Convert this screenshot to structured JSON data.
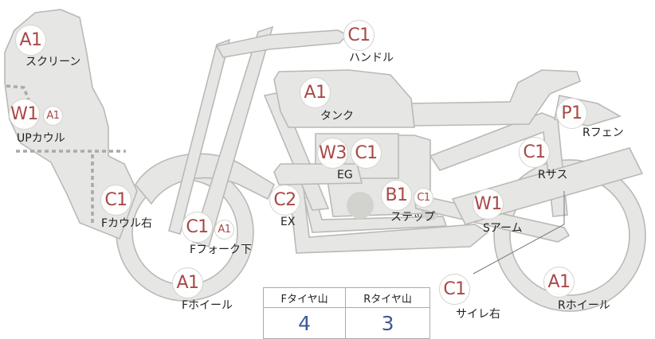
{
  "parts": [
    {
      "id": "screen",
      "codes": [
        "A1"
      ],
      "label": "スクリーン"
    },
    {
      "id": "handle",
      "codes": [
        "C1"
      ],
      "label": "ハンドル"
    },
    {
      "id": "tank",
      "codes": [
        "A1"
      ],
      "label": "タンク"
    },
    {
      "id": "up-cowl",
      "codes": [
        "W1",
        "A1"
      ],
      "label": "UPカウル"
    },
    {
      "id": "r-fender",
      "codes": [
        "P1"
      ],
      "label": "Rフェン"
    },
    {
      "id": "engine",
      "codes": [
        "W3",
        "C1"
      ],
      "label": "EG"
    },
    {
      "id": "r-suspension",
      "codes": [
        "C1"
      ],
      "label": "Rサス"
    },
    {
      "id": "f-cowl-right",
      "codes": [
        "C1"
      ],
      "label": "Fカウル右"
    },
    {
      "id": "exhaust",
      "codes": [
        "C2"
      ],
      "label": "EX"
    },
    {
      "id": "step",
      "codes": [
        "B1",
        "C1"
      ],
      "label": "ステップ"
    },
    {
      "id": "swingarm",
      "codes": [
        "W1"
      ],
      "label": "Sアーム"
    },
    {
      "id": "f-fork-lower",
      "codes": [
        "C1",
        "A1"
      ],
      "label": "Fフォーク下"
    },
    {
      "id": "f-wheel",
      "codes": [
        "A1"
      ],
      "label": "Fホイール"
    },
    {
      "id": "silencer-right",
      "codes": [
        "C1"
      ],
      "label": "サイレ右"
    },
    {
      "id": "r-wheel",
      "codes": [
        "A1"
      ],
      "label": "Rホイール"
    }
  ],
  "tread": {
    "front_header": "Fタイヤ山",
    "rear_header": "Rタイヤ山",
    "front_value": "4",
    "rear_value": "3"
  },
  "colors": {
    "code_text": "#a84848",
    "tread_value": "#3c5a96",
    "bike_fill": "#e6e6e4",
    "bike_stroke": "#b9b9b6"
  }
}
